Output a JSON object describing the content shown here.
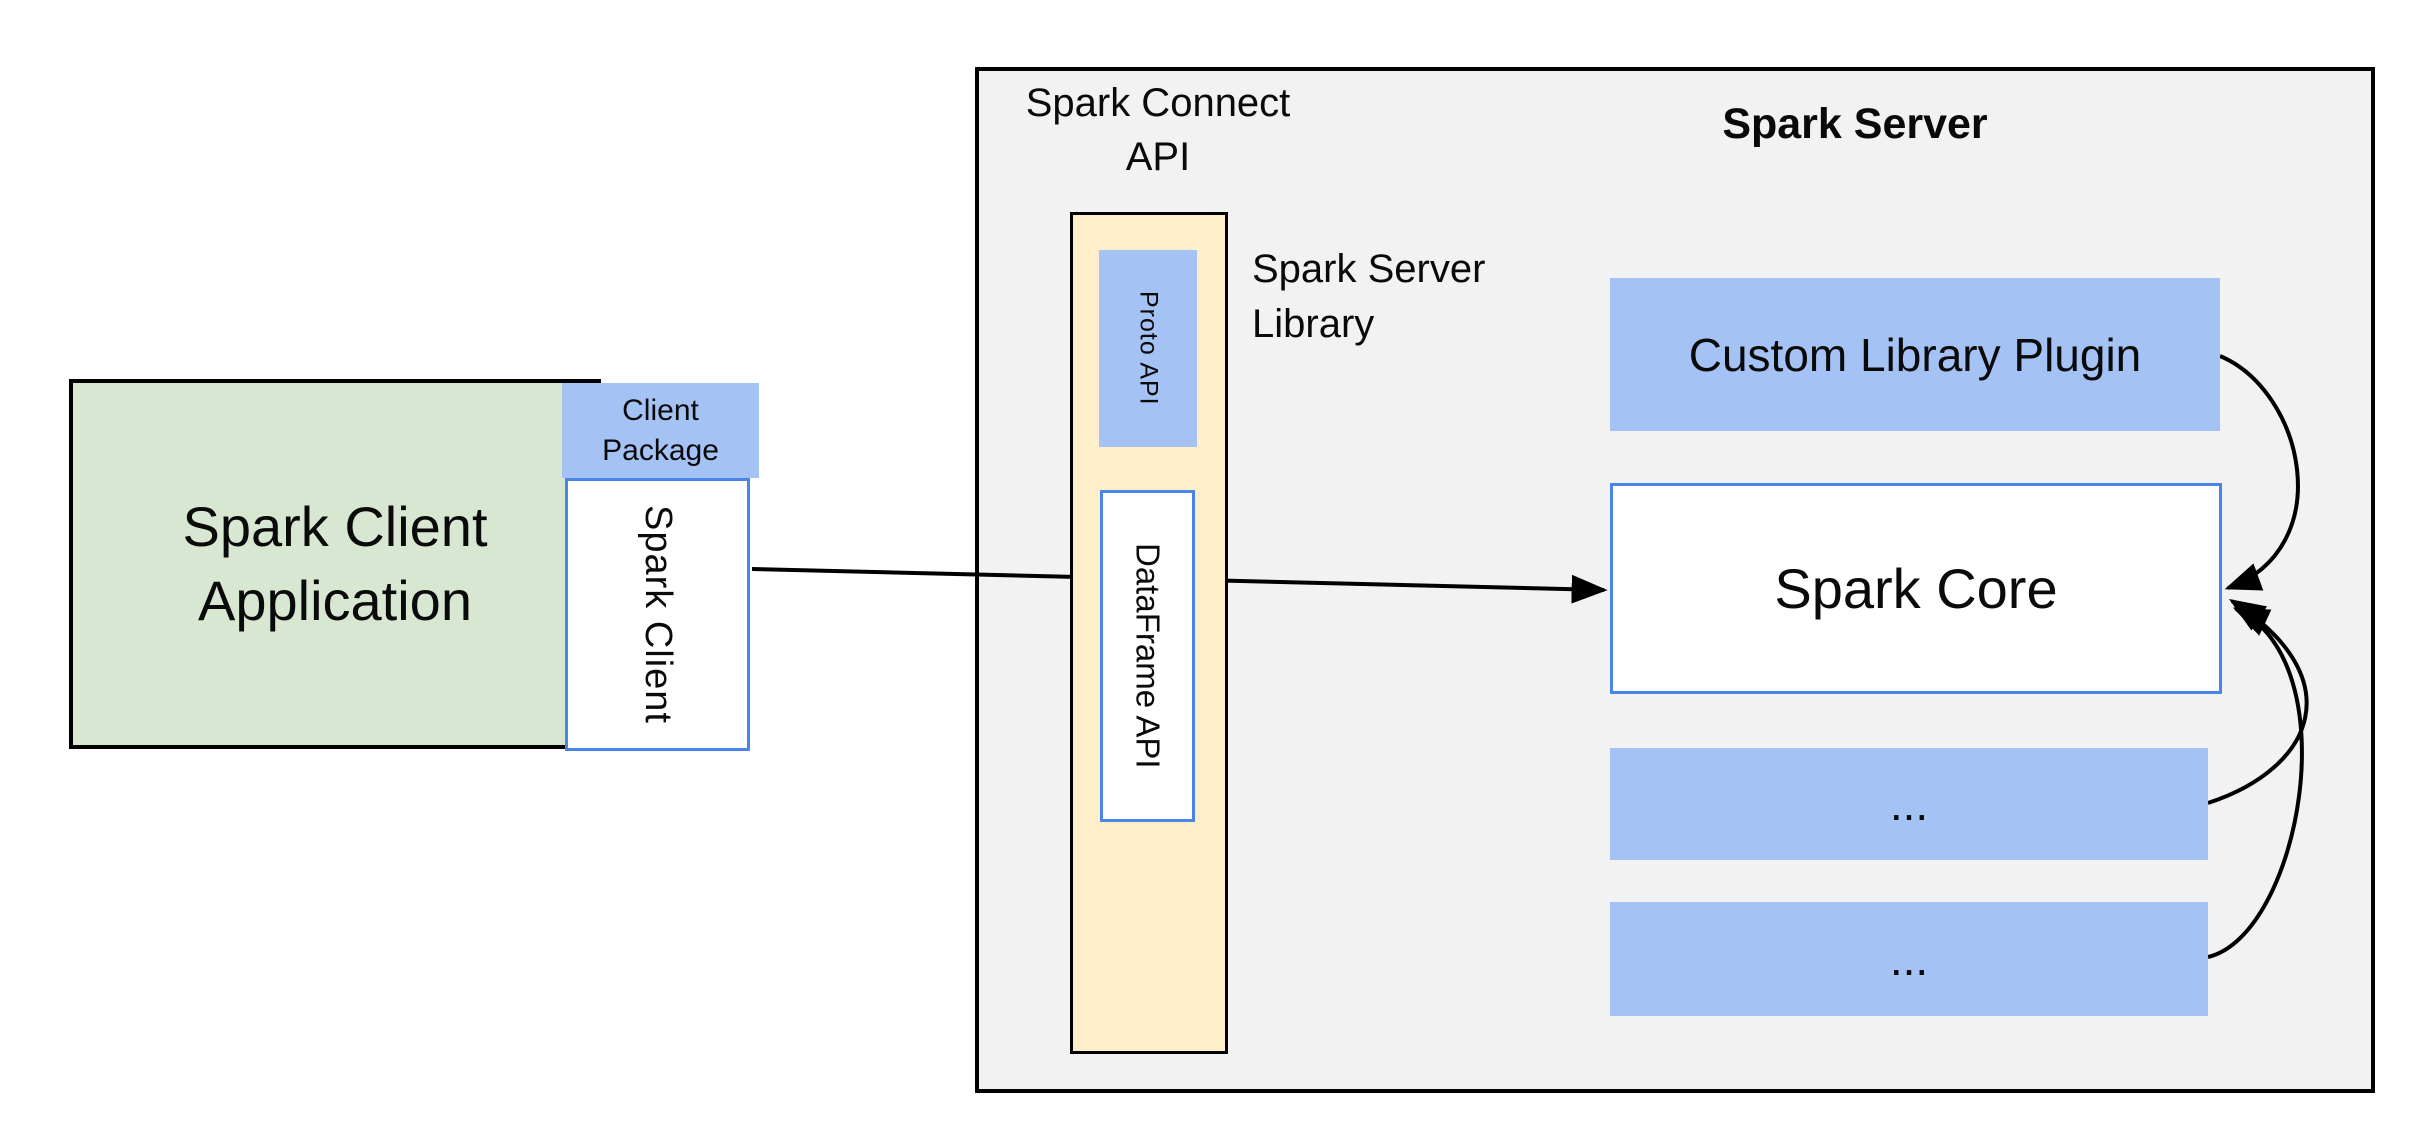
{
  "diagram": {
    "client_application": {
      "label_line1": "Spark Client",
      "label_line2": "Application"
    },
    "client_package": {
      "label_line1": "Client",
      "label_line2": "Package"
    },
    "spark_client": {
      "label": "Spark Client"
    },
    "spark_connect_api": {
      "label_line1": "Spark Connect",
      "label_line2": "API"
    },
    "proto_api": {
      "label": "Proto API"
    },
    "dataframe_api": {
      "label": "DataFrame API"
    },
    "spark_server_library": {
      "label_line1": "Spark Server",
      "label_line2": "Library"
    },
    "spark_server": {
      "title": "Spark Server"
    },
    "custom_library_plugin": {
      "label": "Custom Library Plugin"
    },
    "spark_core": {
      "label": "Spark Core"
    },
    "plugin_slot_1": {
      "label": "..."
    },
    "plugin_slot_2": {
      "label": "..."
    }
  },
  "palette": {
    "background": "#ffffff",
    "client_app_fill": "#d8e7d2",
    "accent_blue_fill": "#a4c2f4",
    "connect_api_fill": "#ffeeca",
    "server_panel_fill": "#f2f2f2",
    "white_box_border": "#4a86e8",
    "outline_black": "#000000"
  }
}
